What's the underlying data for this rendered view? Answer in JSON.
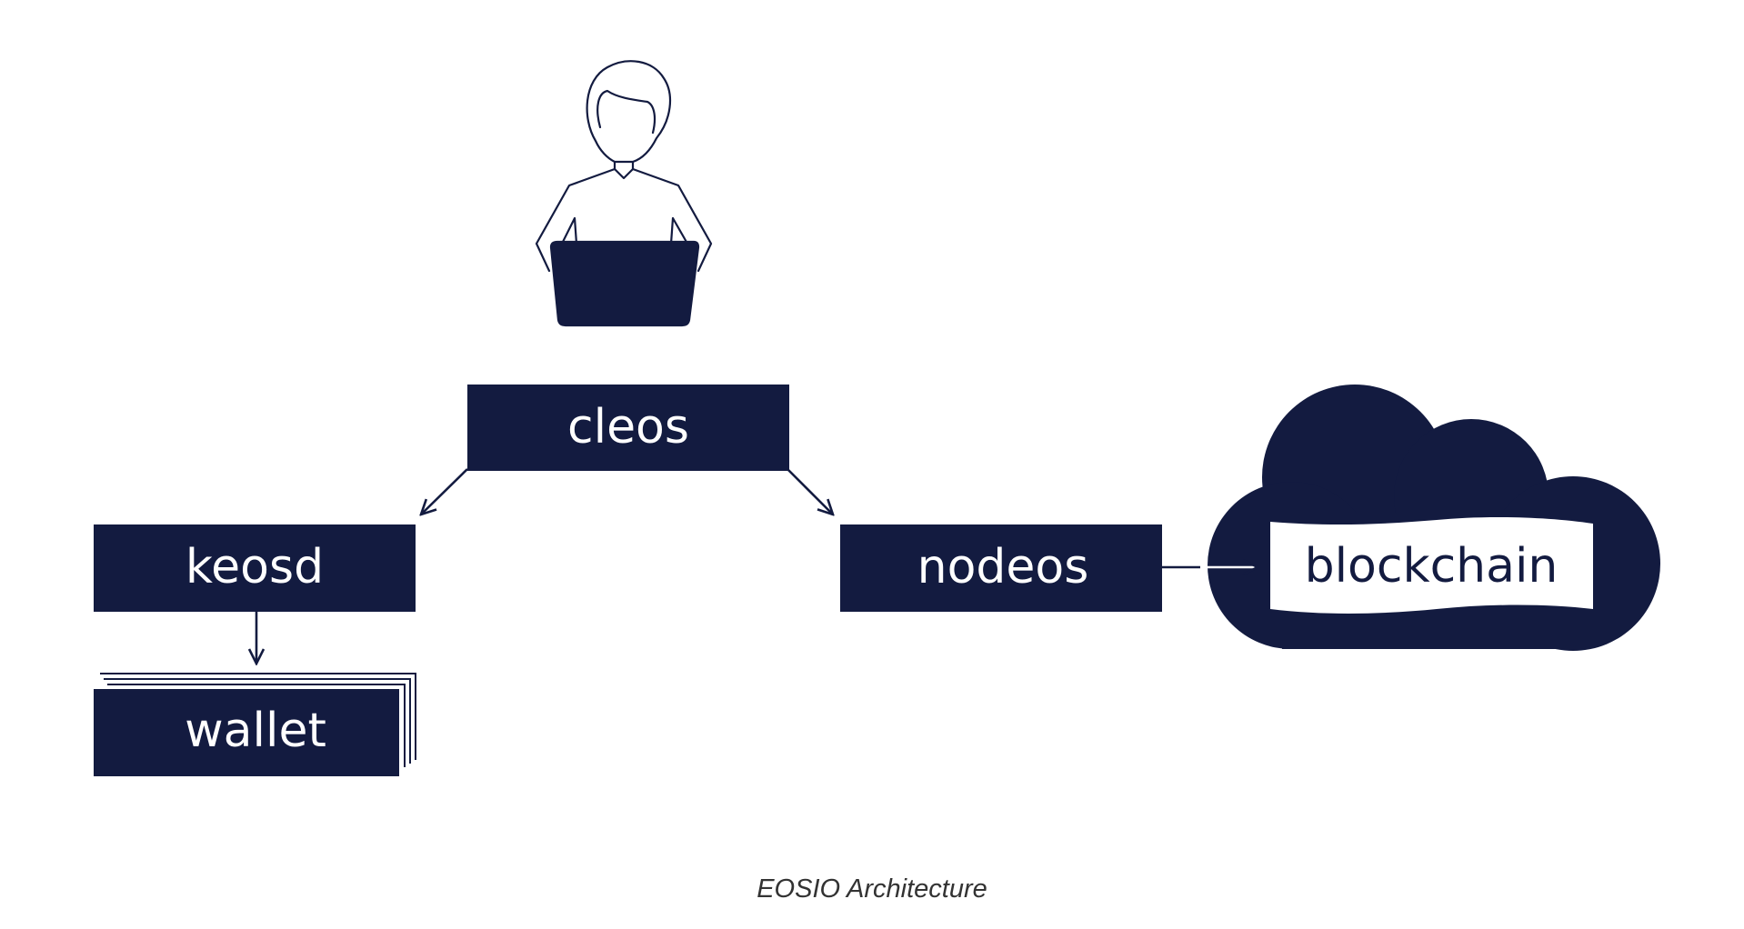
{
  "diagram": {
    "colors": {
      "node_fill": "#131b40",
      "node_text": "#ffffff",
      "blockchain_text": "#131b40",
      "line": "#131b40"
    },
    "icons": {
      "user": "person-at-laptop-icon",
      "cloud": "cloud-icon"
    },
    "nodes": {
      "cleos": "cleos",
      "keosd": "keosd",
      "nodeos": "nodeos",
      "wallet": "wallet",
      "blockchain": "blockchain"
    },
    "edges": [
      {
        "from": "cleos",
        "to": "keosd"
      },
      {
        "from": "cleos",
        "to": "nodeos"
      },
      {
        "from": "keosd",
        "to": "wallet"
      },
      {
        "from": "nodeos",
        "to": "blockchain"
      }
    ]
  },
  "caption": "EOSIO Architecture"
}
